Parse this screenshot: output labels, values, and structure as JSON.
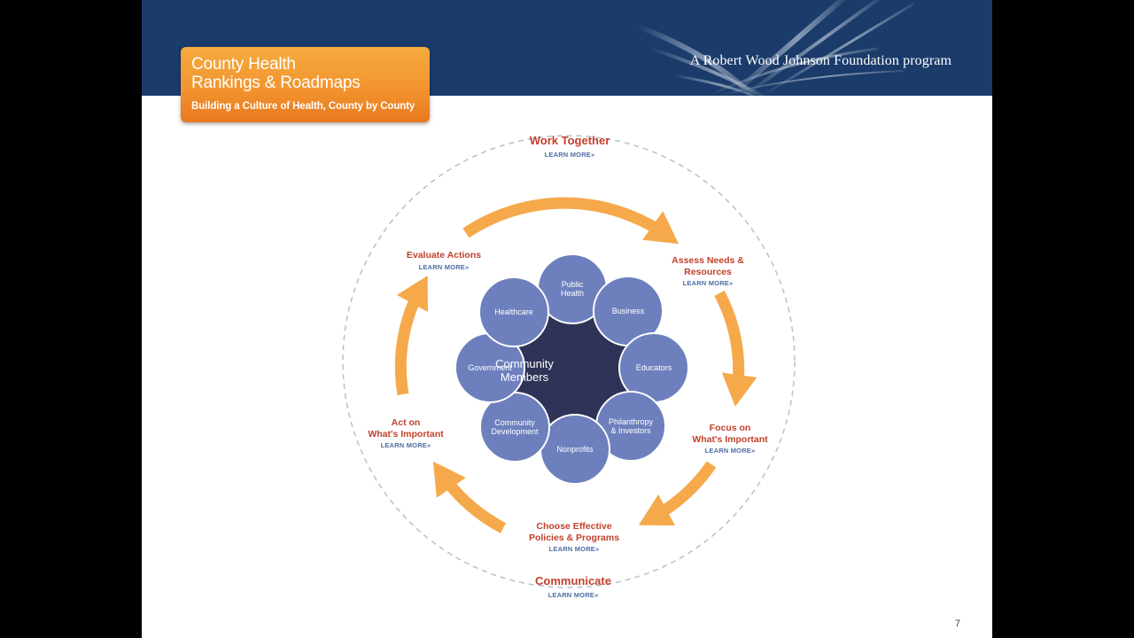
{
  "header": {
    "tagline": "A Robert Wood Johnson Foundation program"
  },
  "logo": {
    "title_line1": "County Health",
    "title_line2": "Rankings & Roadmaps",
    "subtitle": "Building a Culture of Health, County by County"
  },
  "outer_stages": {
    "top": {
      "name": "Work Together",
      "link": "LEARN MORE»"
    },
    "bottom": {
      "name": "Communicate",
      "link": "LEARN MORE»"
    }
  },
  "stages": [
    {
      "line1": "Assess Needs &",
      "line2": "Resources",
      "link": "LEARN MORE»"
    },
    {
      "line1": "Focus on",
      "line2": "What's Important",
      "link": "LEARN MORE»"
    },
    {
      "line1": "Choose Effective",
      "line2": "Policies & Programs",
      "link": "LEARN MORE»"
    },
    {
      "line1": "Act on",
      "line2": "What's Important",
      "link": "LEARN MORE»"
    },
    {
      "line1": "Evaluate Actions",
      "line2": "",
      "link": "LEARN MORE»"
    }
  ],
  "center": {
    "line1": "Community",
    "line2": "Members"
  },
  "sectors": [
    {
      "line1": "Public",
      "line2": "Health"
    },
    {
      "line1": "Business",
      "line2": ""
    },
    {
      "line1": "Educators",
      "line2": ""
    },
    {
      "line1": "Philanthropy",
      "line2": "& Investors"
    },
    {
      "line1": "Nonprofits",
      "line2": ""
    },
    {
      "line1": "Community",
      "line2": "Development"
    },
    {
      "line1": "Government",
      "line2": ""
    },
    {
      "line1": "Healthcare",
      "line2": ""
    }
  ],
  "colors": {
    "header_navy": "#1b3b6a",
    "logo_orange": "#f29530",
    "arrow_orange": "#f6a94a",
    "stage_red": "#c1412b",
    "link_blue": "#4e6ea6",
    "sector_blue": "#6d80bd",
    "center_navy": "#2f3357"
  },
  "page_number": "7"
}
